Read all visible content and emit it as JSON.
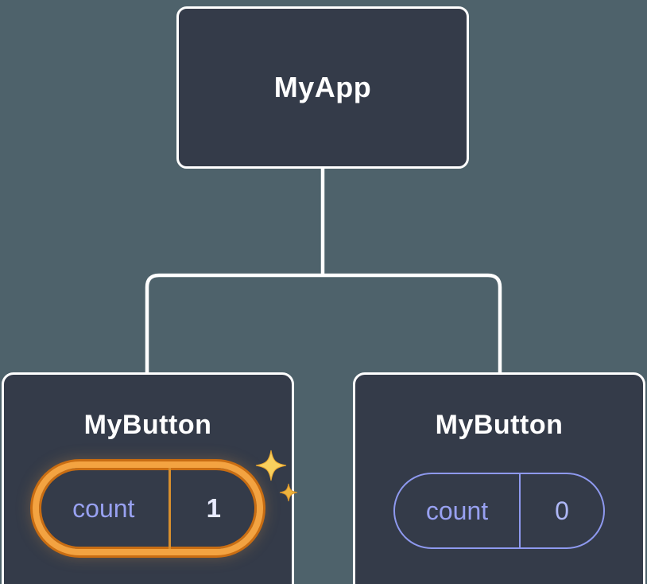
{
  "diagram": {
    "type": "component-tree",
    "root": {
      "label": "MyApp"
    },
    "children": [
      {
        "label": "MyButton",
        "state": {
          "key": "count",
          "value": "1"
        },
        "highlighted": true
      },
      {
        "label": "MyButton",
        "state": {
          "key": "count",
          "value": "0"
        },
        "highlighted": false
      }
    ]
  },
  "icons": {
    "sparkle": "four-point-star"
  },
  "colors": {
    "background": "#4e626b",
    "node_background": "#343b49",
    "node_border": "#ffffff",
    "connector": "#ffffff",
    "accent_purple": "#8e99ef",
    "state_key_text": "#98a1f1",
    "highlight_orange": "#f3a341",
    "highlight_orange_dark": "#c96d12",
    "sparkle_gold": "#f8d05e",
    "text_primary": "#ffffff"
  }
}
